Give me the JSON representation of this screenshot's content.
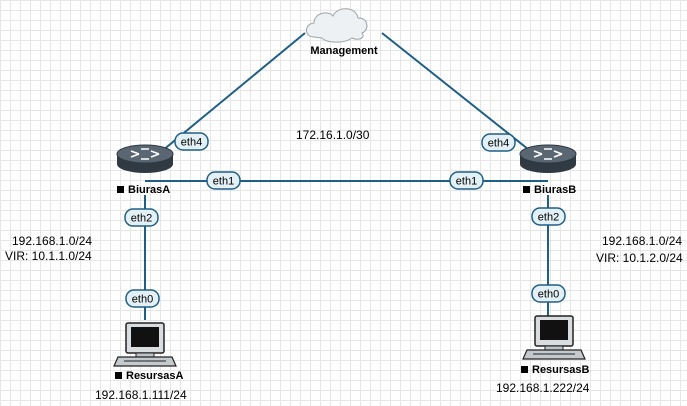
{
  "nodes": {
    "cloud": {
      "label": "Management",
      "icon": "cloud-icon"
    },
    "router_a": {
      "label": "BiurasA",
      "icon": "router-icon"
    },
    "router_b": {
      "label": "BiurasB",
      "icon": "router-icon"
    },
    "pc_a": {
      "label": "ResursasA",
      "icon": "computer-icon"
    },
    "pc_b": {
      "label": "ResursasB",
      "icon": "computer-icon"
    }
  },
  "ports": {
    "router_a_eth4": "eth4",
    "router_b_eth4": "eth4",
    "router_a_eth1": "eth1",
    "router_b_eth1": "eth1",
    "router_a_eth2": "eth2",
    "router_b_eth2": "eth2",
    "pc_a_eth0": "eth0",
    "pc_b_eth0": "eth0"
  },
  "annotations": {
    "link_subnet": "172.16.1.0/30",
    "left_lan": "192.168.1.0/24",
    "left_vir": "VIR: 10.1.1.0/24",
    "right_lan": "192.168.1.0/24",
    "right_vir": "VIR: 10.1.2.0/24",
    "pc_a_ip": "192.168.1.111/24",
    "pc_b_ip": "192.168.1.222/24"
  },
  "colors": {
    "link": "#1f5f86",
    "port_fill": "#e3f1f6",
    "port_stroke": "#1f5f86",
    "router_body": "#3d4a55"
  }
}
